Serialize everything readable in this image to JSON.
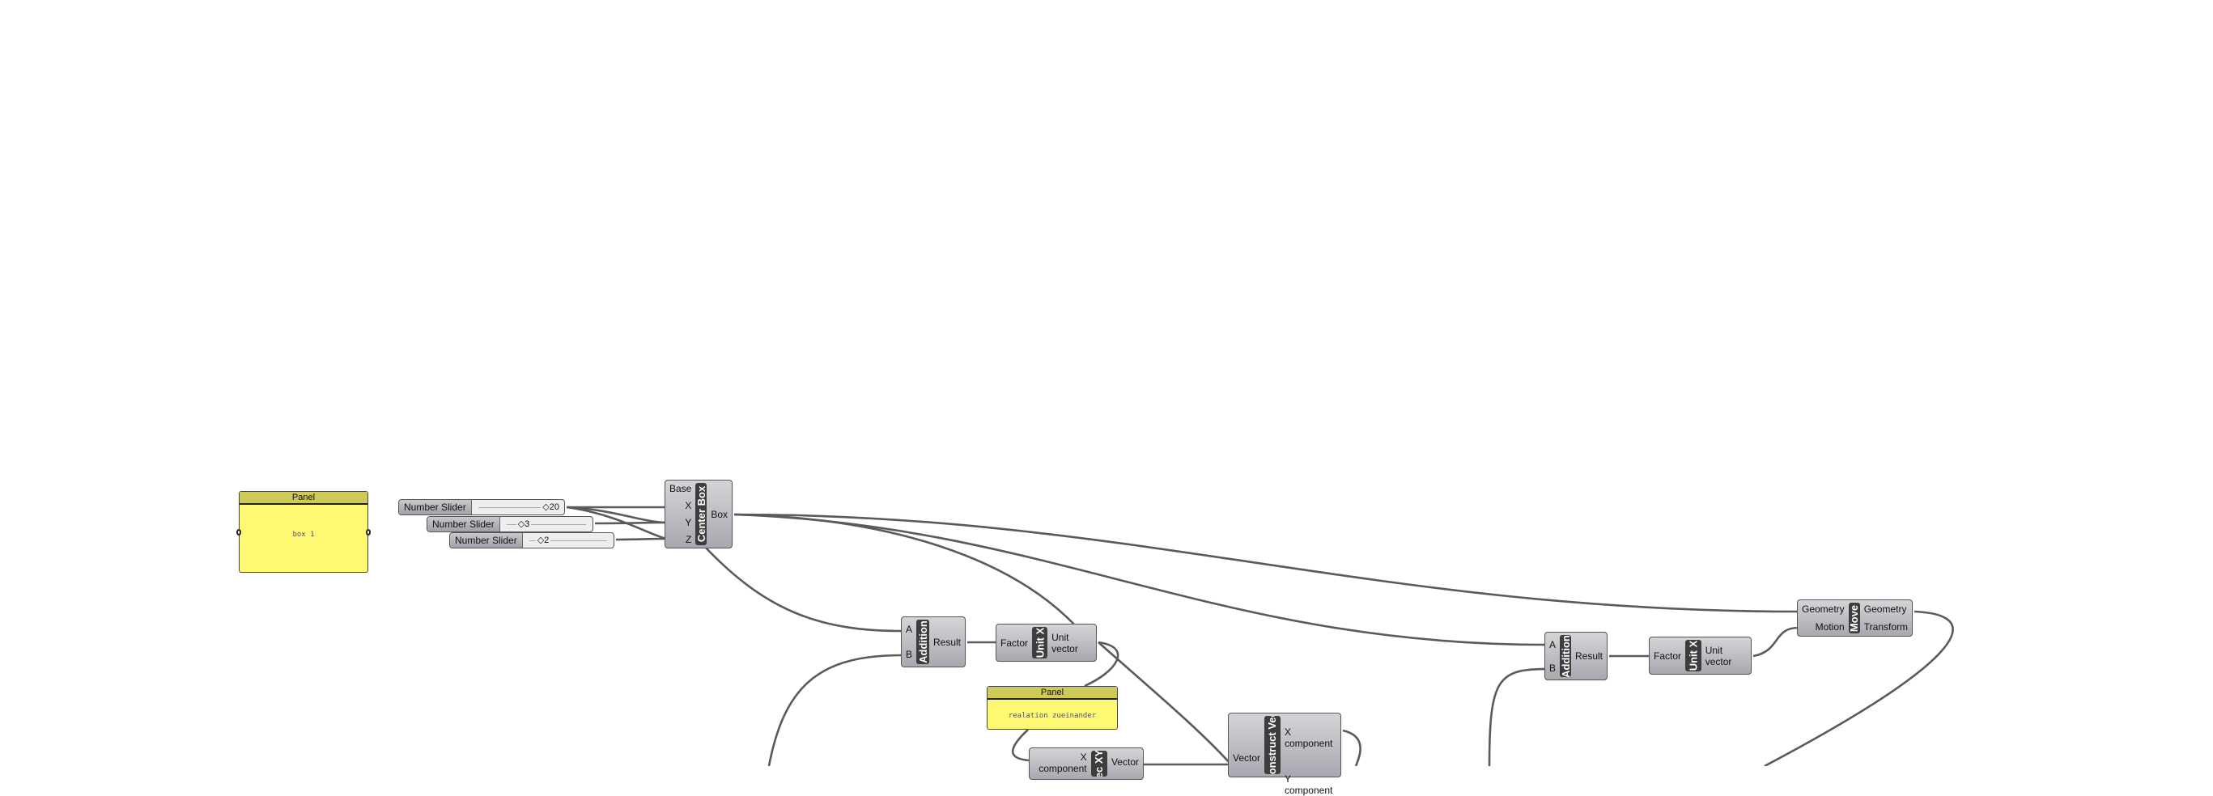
{
  "panels": [
    {
      "title": "Panel",
      "text": "box 1"
    },
    {
      "title": "Panel",
      "text": "realation zueinander"
    }
  ],
  "sliders": [
    {
      "label": "Number Slider",
      "value": "20"
    },
    {
      "label": "Number Slider",
      "value": "3"
    },
    {
      "label": "Number Slider",
      "value": "2"
    }
  ],
  "center_box": {
    "name": "Center Box",
    "inputs": [
      "Base",
      "X",
      "Y",
      "Z"
    ],
    "outputs": [
      "Box"
    ]
  },
  "addition_1": {
    "name": "Addition",
    "inputs": [
      "A",
      "B"
    ],
    "outputs": [
      "Result"
    ]
  },
  "unit_x_1": {
    "name": "Unit X",
    "inputs": [
      "Factor"
    ],
    "outputs": [
      "Unit vector"
    ]
  },
  "construct_vector": {
    "name": "Vec XYZ",
    "inputs": [
      "X component"
    ],
    "outputs": [
      "Vector"
    ]
  },
  "deconstruct_vector": {
    "name": "Deconstruct Vector",
    "inputs": [
      "Vector"
    ],
    "outputs": [
      "X component",
      "Y component"
    ]
  },
  "addition_2": {
    "name": "Addition",
    "inputs": [
      "A",
      "B"
    ],
    "outputs": [
      "Result"
    ]
  },
  "unit_x_2": {
    "name": "Unit X",
    "inputs": [
      "Factor"
    ],
    "outputs": [
      "Unit vector"
    ]
  },
  "move": {
    "name": "Move",
    "inputs": [
      "Geometry",
      "Motion"
    ],
    "outputs": [
      "Geometry",
      "Transform"
    ]
  },
  "colors": {
    "panel": "#fff873",
    "panel_header": "#cfca58",
    "component": "#b8b8be",
    "wire": "#5a5a5a"
  }
}
